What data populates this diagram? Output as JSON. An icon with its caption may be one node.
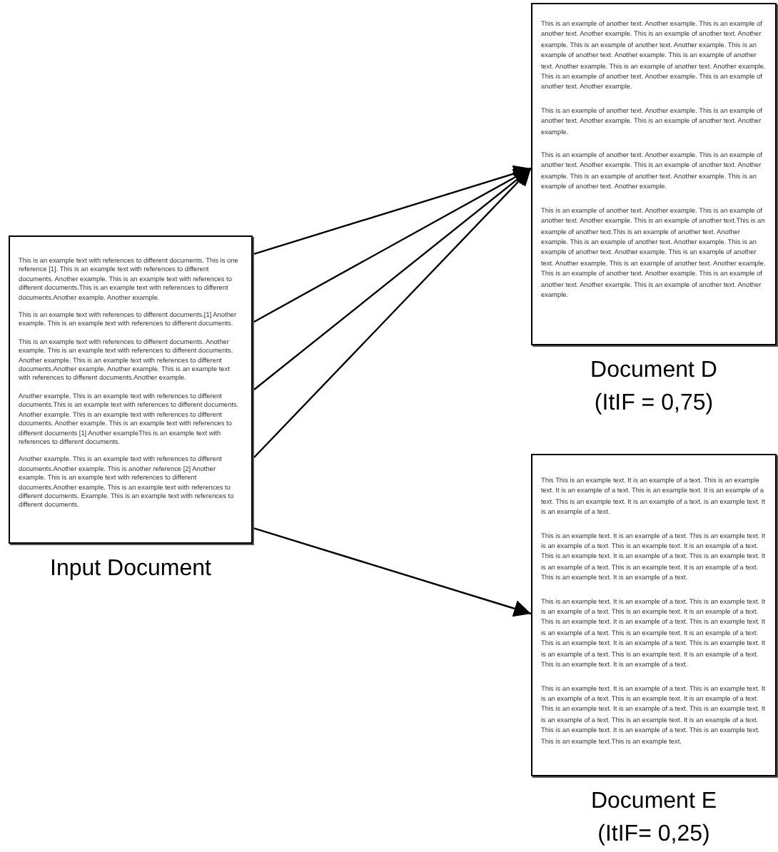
{
  "diagram": {
    "nodes": [
      {
        "text": [
          "This is an example text with references to different documents. This is one reference [1]. This is an example text with references to different documents. Another example. This is an example text with references to different documents.This is an example text with references to different documents.Another example. Another example.",
          "This is an example text with references to different documents.[1] Another example. This is an example text with references to different documents.",
          "This is an example text with references to different documents. Another example. This is an example text with references to different documents. Another example. This is an example text with references to different documents.Another example. Another example. This is an example text with references to different documents.Another example.",
          "Another example. This is an example text with references to different documents.This is an example text with references to different documents. Another example. This is an example text with references to different documents. Another example. This is an example text with references to different documents [1] Another exampleThis is an example text with references to different documents.",
          "Another example. This is an example text with references to different documents.Another example. This is another reference [2] Another example. This is an example text with references to different documents.Another example. This is an example text with references to different documents. Example. This is an example text with references to different documents."
        ],
        "beside": [
          "Input Document"
        ]
      },
      {
        "text": [
          "This is an example of another text. Another example. This is an example of another text. Another example. This is an example of another text. Another example. This is an example of another text. Another example. This is an example of another text. Another example. This is an example of another text. Another example. This is an example of another text. Another example. This is an example of another text. Another example. This is an example of another text. Another example.",
          "This is an example of another text. Another example. This is an example of another text. Another example. This is an example of another text. Another example.",
          "This is an example of another text. Another example. This is an example of another text. Another example. This is an example of another text. Another example. This is an example of another text. Another example. This is an example of another text. Another example.",
          "This is an example of another text. Another example. This is an example of another text. Another example. This is an example of another text.This is an example of another text.This is an example of another text. Another example. This is an example of another text. Another example. This is an example of another text. Another example. This is an example of another text. Another example. This is an example of another text. Another example. This is an example of another text. Another example. This is an example of another text. Another example. This is an example of another text. Another example."
        ],
        "beside": [
          "Document D",
          "(ItIF = 0,75)"
        ]
      },
      {
        "text": [
          "This This is an example text. It is an example of a text. This is an example text. It is an example of a text. This is an example text. It is an example of a text. This is an example text. It is an example of a text. is an example text. It is an example of a text.",
          "This is an example text. It is an example of a text. This is an example text. It is an example of a text. This is an example text. It is an example of a text. This is an example text. It is an example of a text. This is an example text. It is an example of a text. This is an example text. It is an example of a text. This is an example text. It is an example of a text.",
          "This is an example text. It is an example of a text. This is an example text. It is an example of a text. This is an example text. It is an example of a text. This is an example text. It is an example of a text. This is an example text. It is an example of a text. This is an example text. It is an example of a text. This is an example text. It is an example of a text. This is an example text. It is an example of a text. This is an example text. It is an example of a text. This is an example text. It is an example of a text.",
          "This is an example text. It is an example of a text. This is an example text. It is an example of a text. This is an example text. It is an example of a text. This is an example text. It is an example of a text. This is an example text. It is an example of a text. This is an example text. It is an example of a text. This is an example text. It is an example of a text. This is an example text. This is an example text.This is an example text."
        ],
        "beside": [
          "Document E",
          "(ItIF= 0,25)"
        ]
      }
    ],
    "edges": [
      {
        "from": 0,
        "to": 1,
        "arrow": "to"
      },
      {
        "from": 0,
        "to": 1,
        "arrow": "to"
      },
      {
        "from": 0,
        "to": 1,
        "arrow": "to"
      },
      {
        "from": 0,
        "to": 1,
        "arrow": "to"
      },
      {
        "from": 0,
        "to": 2,
        "arrow": "to"
      }
    ]
  }
}
